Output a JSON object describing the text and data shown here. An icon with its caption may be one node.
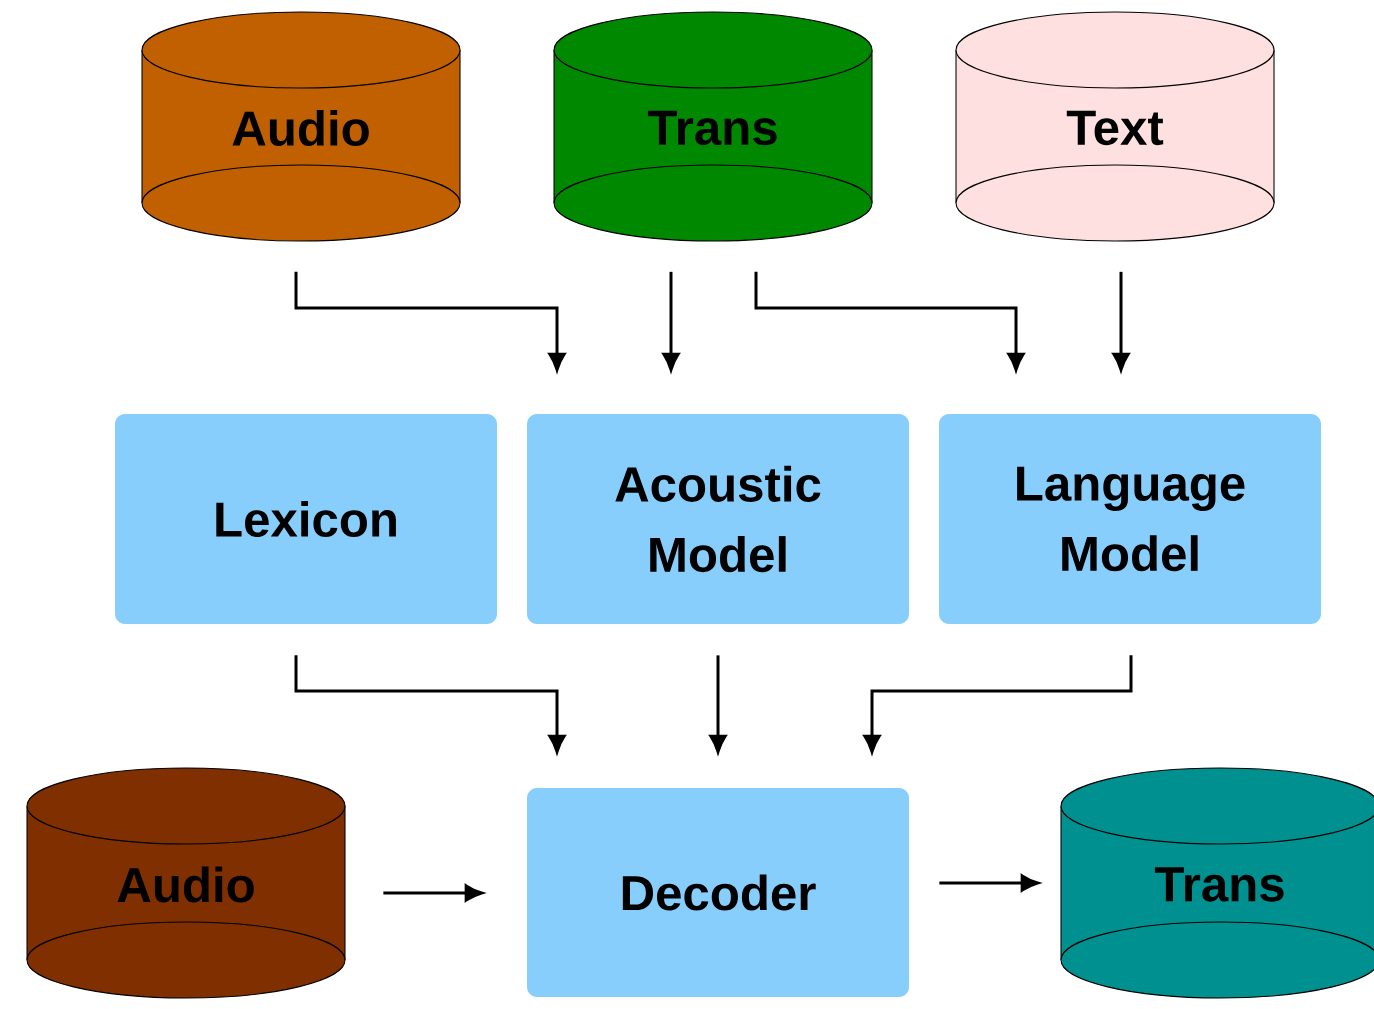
{
  "diagram": {
    "nodes": [
      {
        "text": [
          "Audio"
        ]
      },
      {
        "text": [
          "Trans"
        ]
      },
      {
        "text": [
          "Text"
        ]
      },
      {
        "text": [
          "Lexicon"
        ]
      },
      {
        "text": [
          "Acoustic Model"
        ]
      },
      {
        "text": [
          "Language Model"
        ]
      },
      {
        "text": [
          "Audio"
        ]
      },
      {
        "text": [
          "Decoder"
        ]
      },
      {
        "text": [
          "Trans"
        ]
      }
    ],
    "edges": [
      {
        "from": 0,
        "to": 4,
        "arrow": "to"
      },
      {
        "from": 1,
        "to": 4,
        "arrow": "to"
      },
      {
        "from": 1,
        "to": 5,
        "arrow": "to"
      },
      {
        "from": 2,
        "to": 5,
        "arrow": "to"
      },
      {
        "from": 3,
        "to": 7,
        "arrow": "to"
      },
      {
        "from": 4,
        "to": 7,
        "arrow": "to"
      },
      {
        "from": 5,
        "to": 7,
        "arrow": "to"
      },
      {
        "from": 6,
        "to": 7,
        "arrow": "to"
      },
      {
        "from": 7,
        "to": 8,
        "arrow": "to"
      }
    ]
  }
}
